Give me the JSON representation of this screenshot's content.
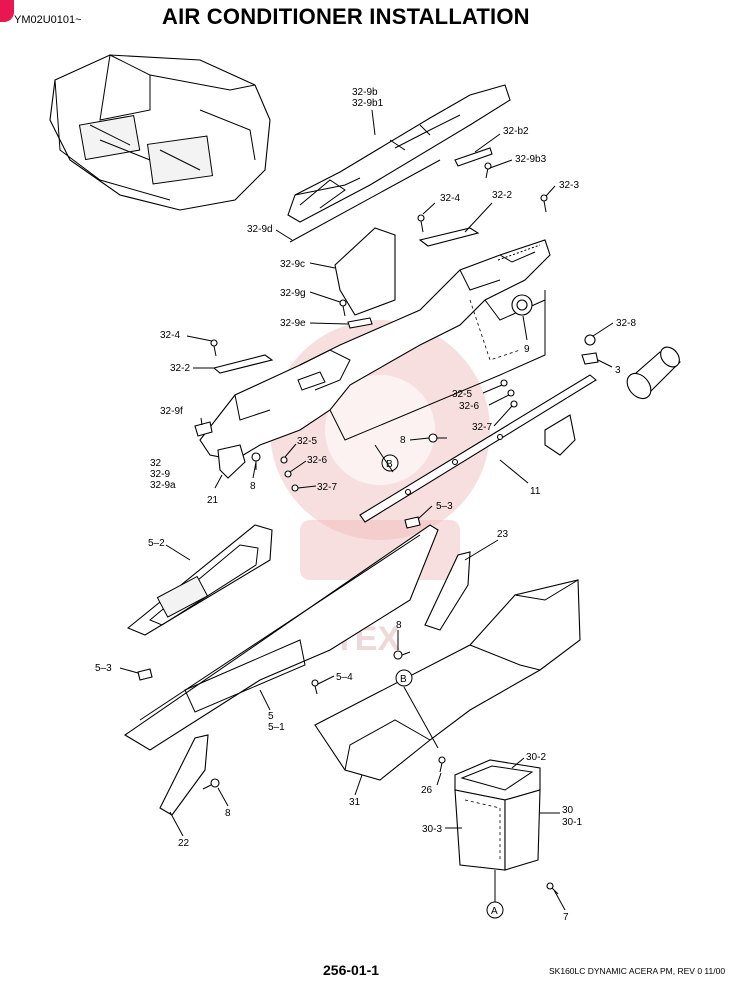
{
  "header": {
    "code": "YM02U0101~",
    "title": "AIR CONDITIONER INSTALLATION"
  },
  "footer": {
    "page": "256-01-1",
    "model": "SK160LC DYNAMIC ACERA PM,  REV 0 11/00"
  },
  "watermark": "HITEX",
  "labels": {
    "p32_9b": "32-9b",
    "p32_9b1": "32-9b1",
    "p32_b2": "32-b2",
    "p32_9b3": "32-9b3",
    "p32_3": "32-3",
    "p32_4a": "32-4",
    "p32_2a": "32-2",
    "p32_9d": "32-9d",
    "p32_9c": "32-9c",
    "p32_9g": "32-9g",
    "p32_9e": "32-9e",
    "p32_8": "32-8",
    "p9": "9",
    "p3": "3",
    "p32_4b": "32-4",
    "p32_2b": "32-2",
    "p32_5a": "32-5",
    "p32_6a": "32-6",
    "p32_7a": "32-7",
    "p32_9f": "32-9f",
    "p8a": "8",
    "p32": "32",
    "p32_9": "32-9",
    "p32_9a": "32-9a",
    "p32_5b": "32-5",
    "p32_6b": "32-6",
    "p32_7b": "32-7",
    "p8b": "8",
    "p21": "21",
    "p11": "11",
    "circleB1": "B",
    "p5_3a": "5–3",
    "p5_2": "5–2",
    "p23": "23",
    "p8c": "8",
    "p5_3b": "5–3",
    "p5_4": "5–4",
    "circleB2": "B",
    "p5": "5",
    "p5_1": "5–1",
    "p30_2": "30-2",
    "p26": "26",
    "p31": "31",
    "p30": "30",
    "p30_1": "30-1",
    "p30_3": "30-3",
    "p8d": "8",
    "p22": "22",
    "circleA": "A",
    "p7": "7"
  }
}
